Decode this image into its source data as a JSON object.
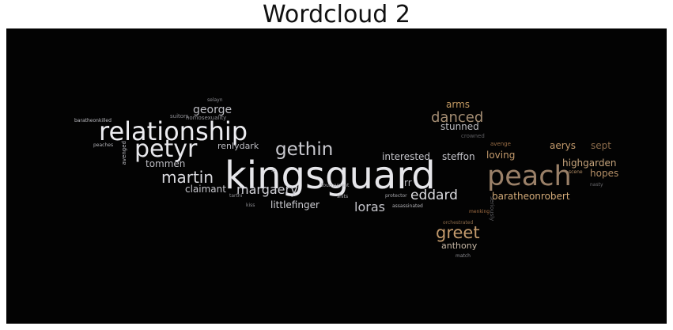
{
  "title": "Wordcloud 2",
  "colors": {
    "background": "#030303",
    "white": "#e6e6ea",
    "light": "#d6d6dc",
    "gray": "#b9b9bd",
    "tan": "#bf9a6a",
    "brown": "#8a6a4a",
    "dim": "#6b6b6f"
  },
  "words": [
    "kingsguard",
    "peach",
    "relationship",
    "petyr",
    "gethin",
    "martin",
    "danced",
    "greet",
    "margaery",
    "eddard",
    "loras",
    "george",
    "arms",
    "stunned",
    "interested",
    "steffon",
    "loving",
    "aerys",
    "sept",
    "highgarden",
    "hopes",
    "baratheonrobert",
    "claimant",
    "littlefinger",
    "tommen",
    "renlydark",
    "anthony",
    "rr",
    "selayn",
    "suitors",
    "homosexuality",
    "baratheonkilled",
    "peaches",
    "avenged",
    "tournament",
    "shits",
    "protector",
    "kiss",
    "tarthi",
    "assassinated",
    "avenge",
    "crowned",
    "scene",
    "nasty",
    "menking",
    "orchestrated",
    "seriously",
    "match",
    "il"
  ]
}
